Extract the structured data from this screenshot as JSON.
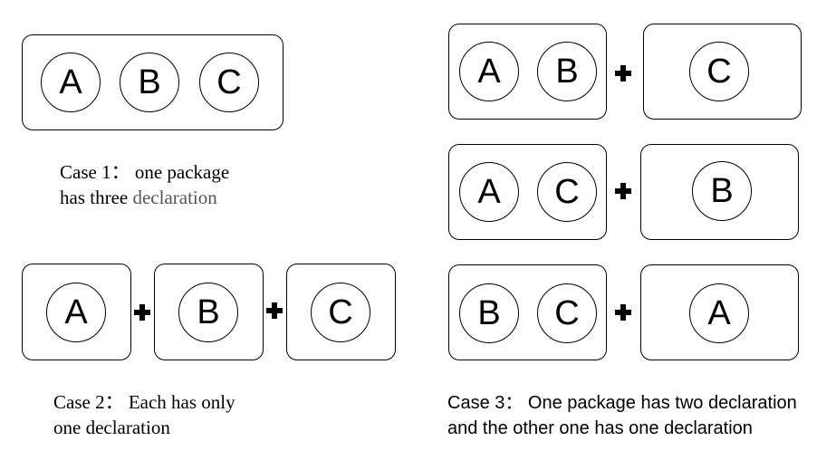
{
  "case1": {
    "circles": [
      "A",
      "B",
      "C"
    ],
    "caption_line1": "Case 1：  one package",
    "caption_line2_prefix": "has three ",
    "caption_line2_suffix": "declaration"
  },
  "case2": {
    "circles": [
      "A",
      "B",
      "C"
    ],
    "caption_line1": "Case 2：  Each has only",
    "caption_line2": "one declaration"
  },
  "case3": {
    "rows": [
      {
        "left": [
          "A",
          "B"
        ],
        "right": "C"
      },
      {
        "left": [
          "A",
          "C"
        ],
        "right": "B"
      },
      {
        "left": [
          "B",
          "C"
        ],
        "right": "A"
      }
    ],
    "caption_line1": "Case 3：  One package has two declaration",
    "caption_line2": "and the other one has one declaration"
  }
}
